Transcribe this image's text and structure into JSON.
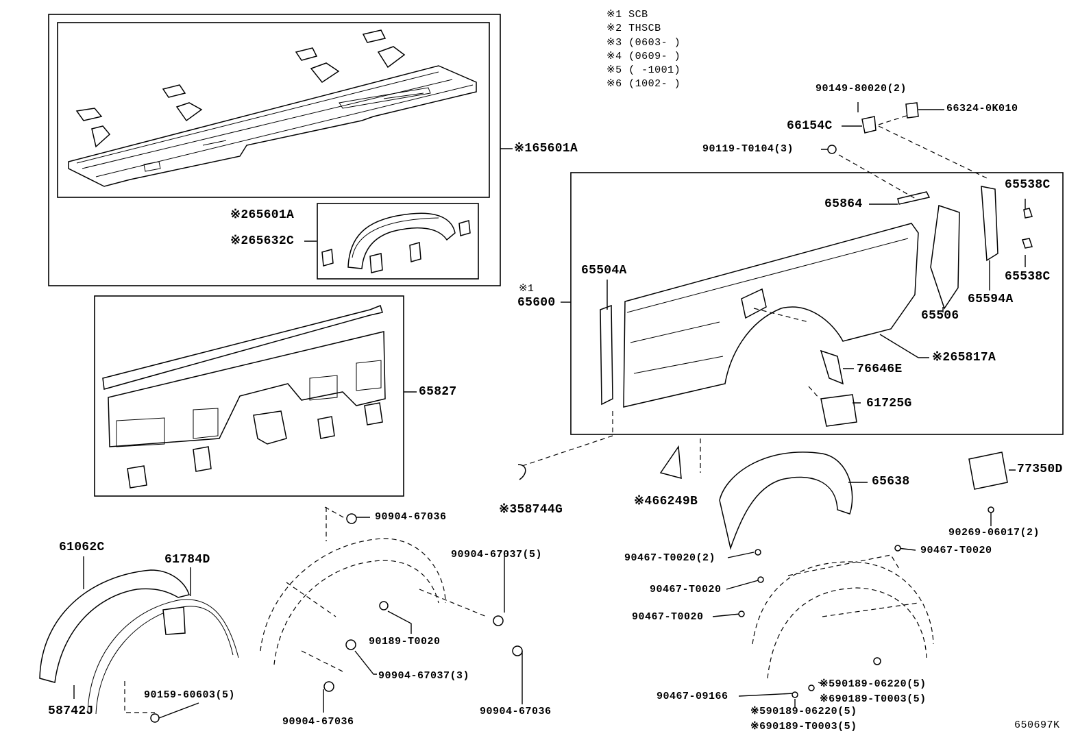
{
  "notes": [
    "※1 SCB",
    "※2 THSCB",
    "※3 (0603-     )",
    "※4 (0609-     )",
    "※5 (      -1001)",
    "※6 (1002-     )"
  ],
  "labels": {
    "p165601A": "※165601A",
    "p265601A": "※265601A",
    "p265632C": "※265632C",
    "p65827": "65827",
    "p90149": "90149-80020(2)",
    "p66324": "66324-0K010",
    "p66154C": "66154C",
    "p90119": "90119-T0104(3)",
    "p65864": "65864",
    "p65538C_a": "65538C",
    "p65538C_b": "65538C",
    "p65504A": "65504A",
    "p65600_a": "※1",
    "p65600_b": "65600",
    "p65506": "65506",
    "p65594A": "65594A",
    "p76646E": "76646E",
    "p265817A": "※265817A",
    "p61725G": "61725G",
    "p58744G": "※358744G",
    "p66249B": "※466249B",
    "p65638": "65638",
    "p77350D": "77350D",
    "p90269": "90269-06017(2)",
    "p61062C": "61062C",
    "p61784D": "61784D",
    "p58742J": "58742J",
    "p90159": "90159-60603(5)",
    "p90904_36a": "90904-67036",
    "p90904_37_5": "90904-67037(5)",
    "p90189_T0020": "90189-T0020",
    "p90904_37_3": "90904-67037(3)",
    "p90904_36b": "90904-67036",
    "p90904_36c": "90904-67036",
    "p90467_T0020_2": "90467-T0020(2)",
    "p90467_T0020_a": "90467-T0020",
    "p90467_T0020_b": "90467-T0020",
    "p90467_T0020_c": "90467-T0020",
    "p90467_09166": "90467-09166",
    "p590189_06220_a": "※590189-06220(5)",
    "p690189_T0003_a": "※690189-T0003(5)",
    "p590189_06220_b": "※590189-06220(5)",
    "p690189_T0003_b": "※690189-T0003(5)"
  },
  "ref_code": "650697K"
}
